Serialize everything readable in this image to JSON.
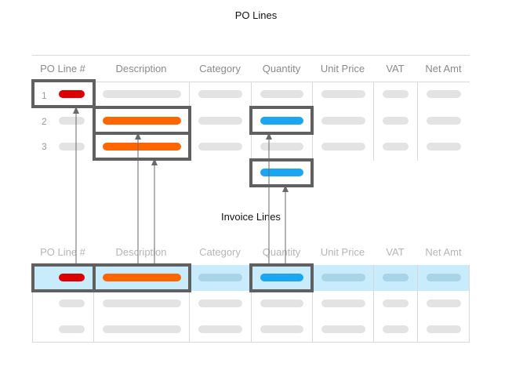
{
  "po_title": "PO Lines",
  "invoice_title": "Invoice Lines",
  "columns": [
    "PO Line #",
    "Description",
    "Category",
    "Quantity",
    "Unit Price",
    "VAT",
    "Net Amt"
  ],
  "po_rows": [
    "1",
    "2",
    "3"
  ],
  "colors": {
    "po_line_red": "#dd0000",
    "description_orange": "#ff6600",
    "quantity_blue": "#1aa6f0",
    "highlight_row": "#c8ecfb",
    "placeholder": "#e3e3e3",
    "box_border": "#606060"
  }
}
